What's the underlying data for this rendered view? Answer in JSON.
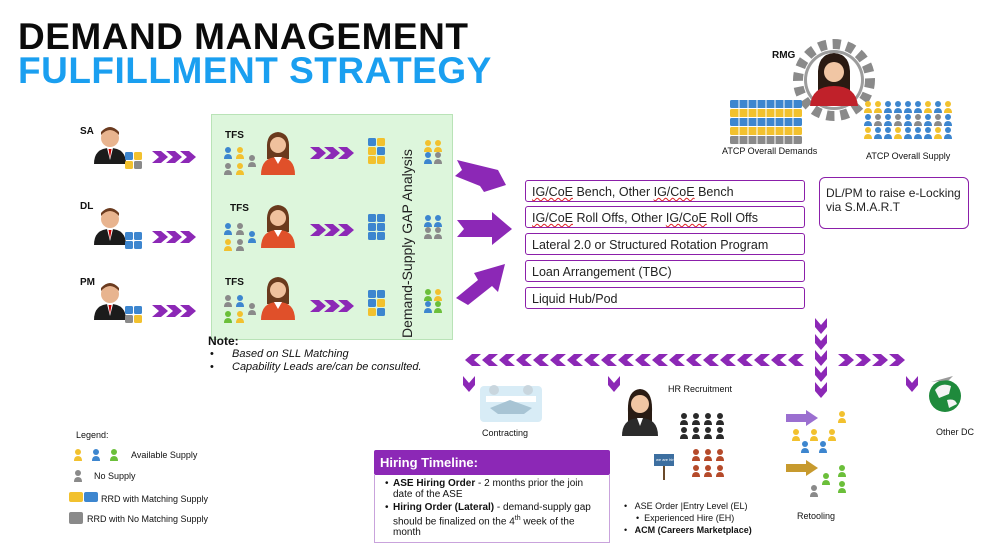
{
  "title": {
    "line1": "DEMAND MANAGEMENT",
    "line2": "FULFILLMENT STRATEGY"
  },
  "roles": [
    {
      "label": "SA",
      "tfs": "TFS"
    },
    {
      "label": "DL",
      "tfs": "TFS"
    },
    {
      "label": "PM",
      "tfs": "TFS"
    }
  ],
  "gap_analysis_label": "Demand-Supply GAP Analysis",
  "rmg": {
    "label": "RMG",
    "demands": "ATCP Overall Demands",
    "supply": "ATCP Overall Supply"
  },
  "options": [
    {
      "pre": "",
      "u1": "IG/CoE",
      "mid": " Bench, Other ",
      "u2": "IG/CoE",
      "post": " Bench"
    },
    {
      "pre": "",
      "u1": "IG/CoE",
      "mid": " Roll Offs, Other ",
      "u2": "IG/CoE",
      "post": " Roll Offs"
    },
    {
      "pre": "Lateral 2.0 or Structured Rotation Program",
      "u1": "",
      "mid": "",
      "u2": "",
      "post": ""
    },
    {
      "pre": "Loan Arrangement (TBC)",
      "u1": "",
      "mid": "",
      "u2": "",
      "post": ""
    },
    {
      "pre": "Liquid Hub/Pod",
      "u1": "",
      "mid": "",
      "u2": "",
      "post": ""
    }
  ],
  "elock": "DL/PM to raise e-Locking via S.M.A.R.T",
  "note": {
    "title": "Note:",
    "items": [
      "Based on SLL Matching",
      "Capability Leads are/can be consulted."
    ]
  },
  "legend": {
    "title": "Legend:",
    "available": "Available Supply",
    "no_supply": "No Supply",
    "rrd_match": "RRD with Matching Supply",
    "rrd_nomatch": "RRD with No Matching Supply"
  },
  "outcomes": {
    "contracting": "Contracting",
    "hr": "HR Recruitment",
    "retooling": "Retooling",
    "other_dc": "Other DC",
    "hiring_sign": "we are hiring"
  },
  "hiring": {
    "title": "Hiring Timeline:",
    "ase_bold": "ASE Hiring Order",
    "ase_text": " - 2 months prior the join date of the ASE",
    "lat_bold": "Hiring Order (Lateral)",
    "lat_text_a": " - demand-supply gap should be finalized on the 4",
    "lat_sup": "th",
    "lat_text_b": " week of the month"
  },
  "hr_list": {
    "item1": "ASE Order |Entry Level (EL)",
    "item2": "Experienced Hire (EH)",
    "item3": "ACM (Careers Marketplace)"
  },
  "colors": {
    "purple": "#8c28b6",
    "blue_title": "#1a9ff0",
    "gold": "#f2c12e",
    "blue_block": "#3d86cf",
    "grey_block": "#8a8a8a"
  }
}
